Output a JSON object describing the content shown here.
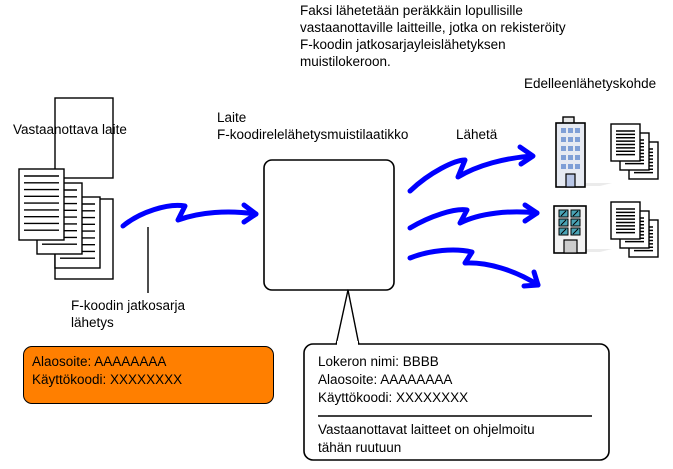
{
  "description": {
    "lines": [
      "Faksi lähetetään peräkkäin lopullisille",
      "vastaanottaville laitteille, jotka on rekisteröity",
      "F-koodin jatkosarjayleislähetyksen",
      "muistilokeroon."
    ]
  },
  "labels": {
    "destination": "Edelleenlähetyskohde",
    "receiving_device": "Vastaanottava laite",
    "device_line1": "Laite",
    "device_line2": "F-koodirelelähetysmuistilaatikko",
    "send": "Lähetä",
    "relay_line1": "F-koodin jatkosarja",
    "relay_line2": "lähetys"
  },
  "orange_box": {
    "lines": [
      "Alaosoite: AAAAAAAA",
      "Käyttökoodi: XXXXXXXX"
    ],
    "color": "#ff7f00"
  },
  "callout": {
    "lines": [
      "Lokeron nimi: BBBB",
      "Alaosoite: AAAAAAAA",
      "Käyttökoodi: XXXXXXXX"
    ],
    "note_lines": [
      "Vastaanottavat laitteet on ohjelmoitu",
      "tähän ruutuun"
    ]
  },
  "colors": {
    "arrow": "#0000ff",
    "building_window_blue": "#7f9fd6",
    "building_window_teal": "#4aa3b5"
  }
}
